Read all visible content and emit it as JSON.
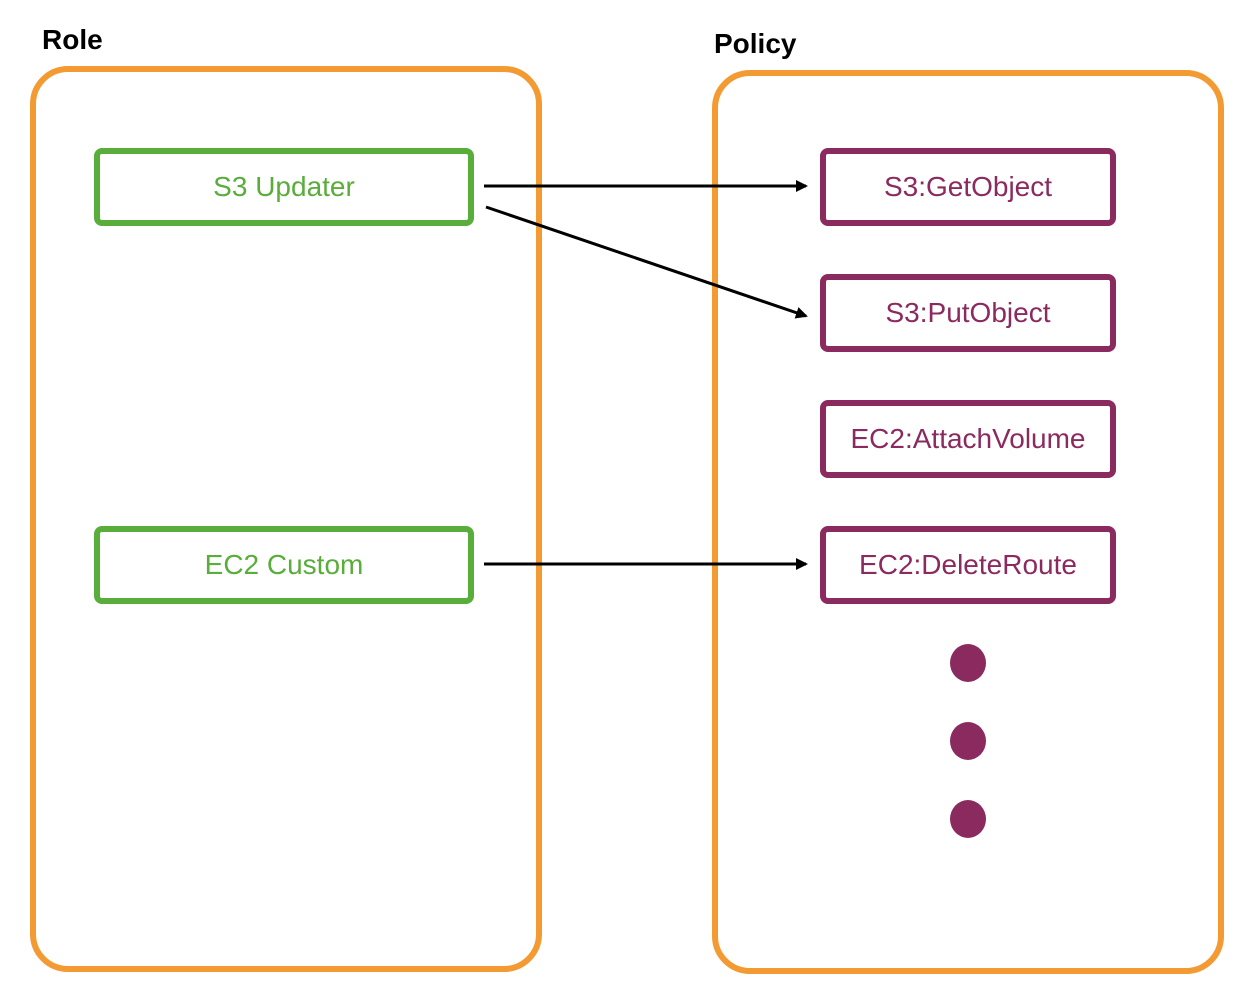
{
  "colors": {
    "container": "#f39a33",
    "role_node": "#59ad3a",
    "policy_node": "#8b2a5e",
    "arrow": "#000000"
  },
  "role": {
    "title": "Role",
    "nodes": [
      "S3 Updater",
      "EC2 Custom"
    ]
  },
  "policy": {
    "title": "Policy",
    "nodes": [
      "S3:GetObject",
      "S3:PutObject",
      "EC2:AttachVolume",
      "EC2:DeleteRoute"
    ],
    "more_indicator": "ellipsis-dots"
  },
  "edges": [
    {
      "from": "S3 Updater",
      "to": "S3:GetObject"
    },
    {
      "from": "S3 Updater",
      "to": "S3:PutObject"
    },
    {
      "from": "EC2 Custom",
      "to": "EC2:DeleteRoute"
    }
  ]
}
